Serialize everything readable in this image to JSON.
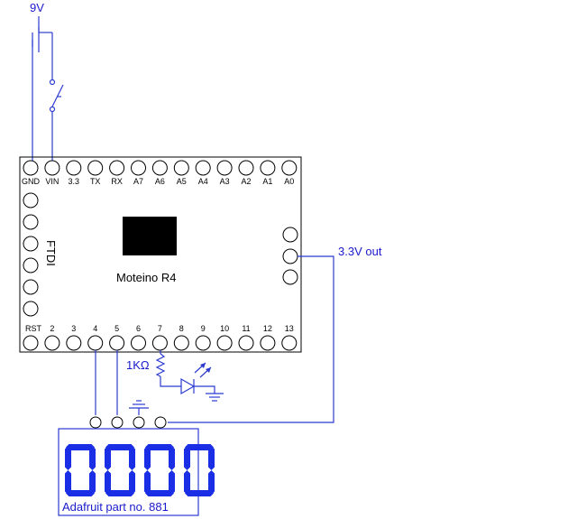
{
  "colors": {
    "wire": "#2b3bd0",
    "display_digits": "#1a2ee6",
    "label_blue": "#1a1acc",
    "board_outline": "#000000",
    "chip": "#000000"
  },
  "battery": {
    "label": "9V"
  },
  "board": {
    "name": "Moteino R4",
    "ftdi_label": "FTDI",
    "top_pins": [
      "GND",
      "VIN",
      "3.3",
      "TX",
      "RX",
      "A7",
      "A6",
      "A5",
      "A4",
      "A3",
      "A2",
      "A1",
      "A0"
    ],
    "bottom_pins": [
      "RST",
      "2",
      "3",
      "4",
      "5",
      "6",
      "7",
      "8",
      "9",
      "10",
      "11",
      "12",
      "13"
    ]
  },
  "resistor": {
    "label": "1KΩ"
  },
  "output": {
    "label": "3.3V out"
  },
  "display": {
    "digits": "0000",
    "part_label": "Adafruit part no. 881"
  }
}
